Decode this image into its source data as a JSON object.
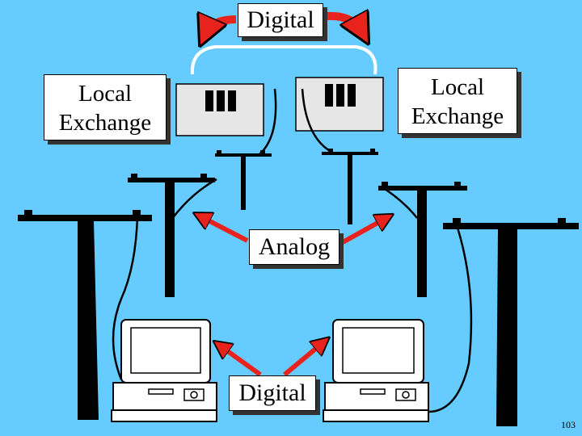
{
  "labels": {
    "digital_top": "Digital",
    "local_exchange_left": [
      "Local",
      "Exchange"
    ],
    "local_exchange_right": [
      "Local",
      "Exchange"
    ],
    "analog": "Analog",
    "digital_bottom": "Digital"
  },
  "slide_number": "103",
  "colors": {
    "background": "#66ccff",
    "arrow": "#e8231e",
    "box_fill": "#ffffff",
    "shadow": "#333333",
    "pole": "#000000",
    "exchange_fill": "#e6e6e6"
  }
}
